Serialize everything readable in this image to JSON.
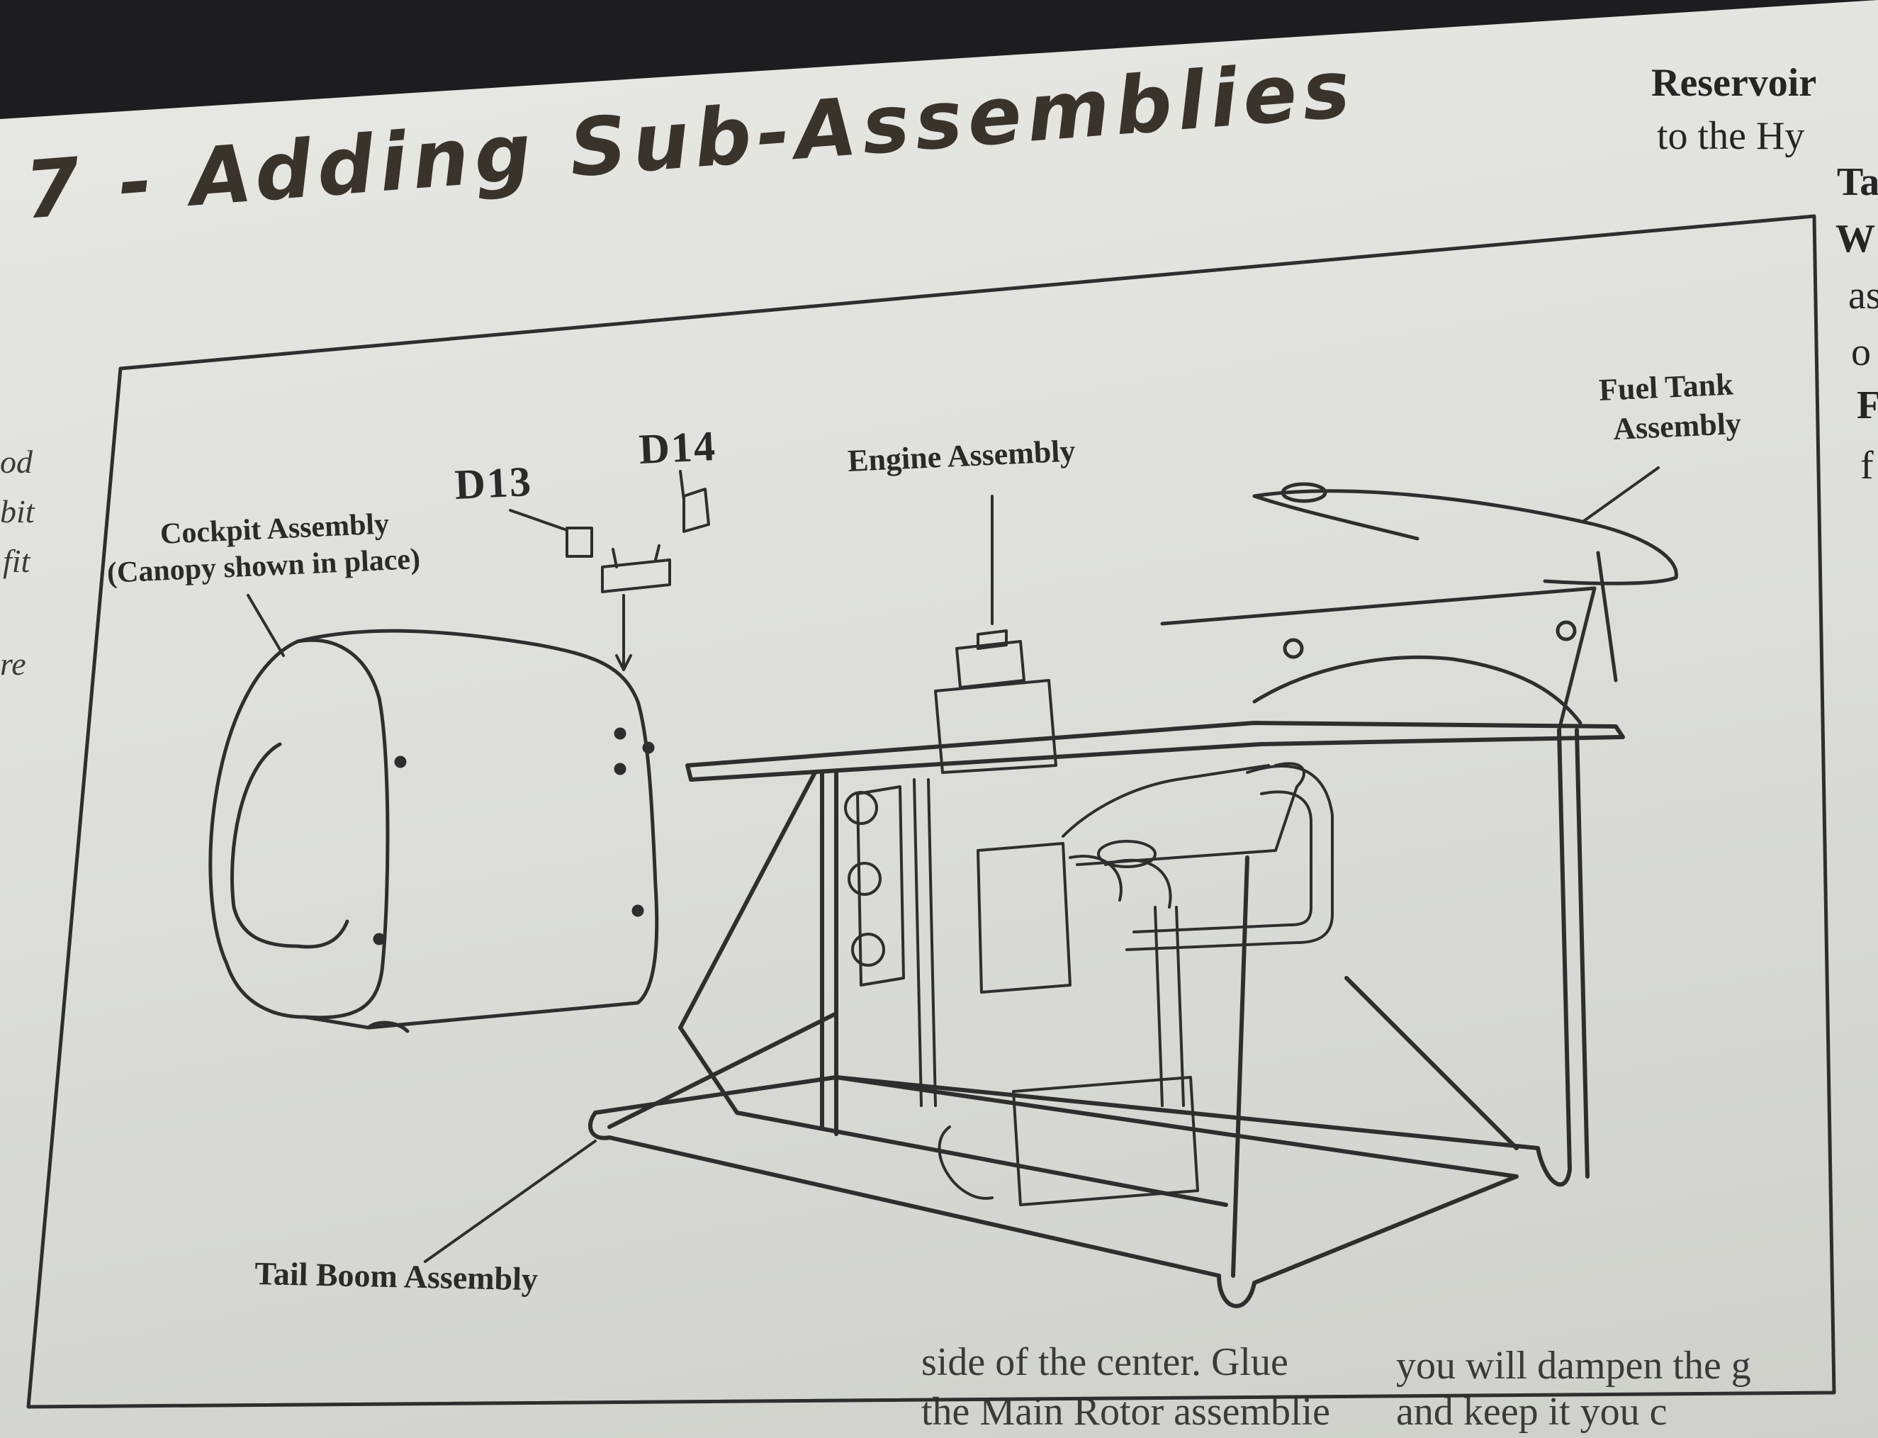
{
  "page": {
    "title": "7 - Adding Sub-Assemblies",
    "right_column_lines": [
      "Reservoir",
      "to the Hy",
      "Ta",
      "W",
      "as",
      "o",
      "F",
      "f"
    ],
    "left_margin_fragments": [
      "od",
      "bit",
      "fit",
      "re"
    ],
    "footer_text": {
      "left": "side of the center. Glue",
      "left_line2": "the Main Rotor assemblie",
      "right": "you will dampen the g",
      "right_line2": "and keep it you c"
    }
  },
  "diagram": {
    "labels": {
      "cockpit_line1": "Cockpit Assembly",
      "cockpit_line2": "(Canopy shown in place)",
      "d13": "D13",
      "d14": "D14",
      "engine": "Engine Assembly",
      "fuel_line1": "Fuel Tank",
      "fuel_line2": "Assembly",
      "tail_boom": "Tail Boom Assembly"
    }
  },
  "colors": {
    "paper": "#e2e3df",
    "ink": "#2b2b2b",
    "title_ink": "#3a332c",
    "keyboard": "#1d1d1f"
  }
}
